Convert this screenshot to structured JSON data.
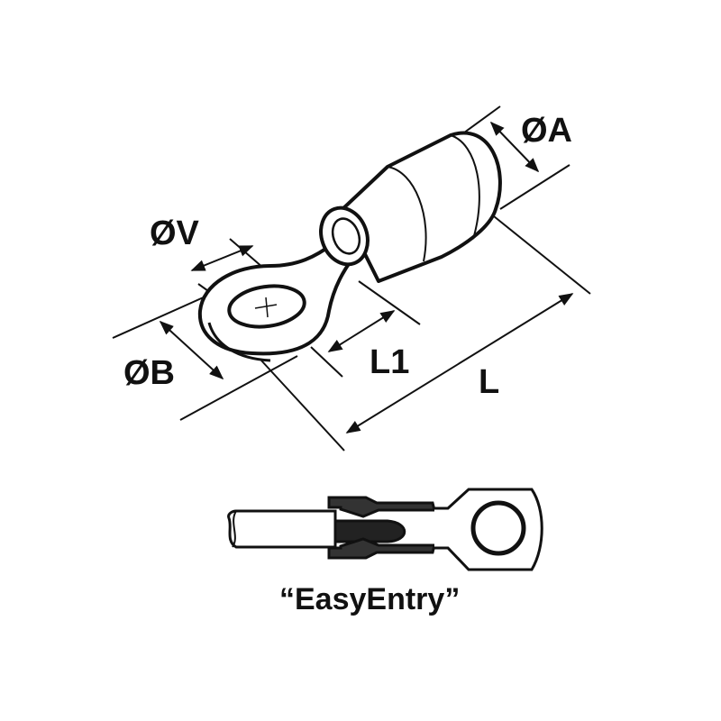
{
  "labels": {
    "diameter_a": "ØA",
    "diameter_v": "ØV",
    "diameter_b": "ØB",
    "length_l1": "L1",
    "length_l": "L"
  },
  "caption": "“EasyEntry”",
  "colors": {
    "ink": "#111111",
    "background": "#ffffff"
  }
}
